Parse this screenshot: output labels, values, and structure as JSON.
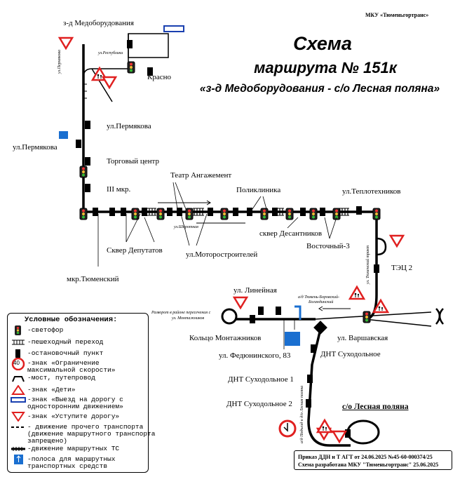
{
  "header": {
    "organization": "МКУ «Тюменьгортранс»",
    "title": "Схема",
    "route_line": "маршрута № 151к",
    "route_name": "«з-д Медоборудования - с/о Лесная поляна»"
  },
  "stops": {
    "zavod": "з-д Медоборудования",
    "krasno": "Красно",
    "permyakova_1": "ул.Пермякова",
    "permyakova_2": "ул.Пермякова",
    "torgovy": "Торговый центр",
    "iii_mkr": "III мкр.",
    "teatr": "Театр Ангажемент",
    "poliklinika": "Поликлиника",
    "teplotekhnikov": "ул.Теплотехников",
    "skver_deputatov": "Сквер Депутатов",
    "motorostroiteley": "ул.Моторостроителей",
    "skver_desantnikov": "сквер Десантников",
    "vostochny": "Восточный-3",
    "tyumensky": "мкр.Тюменский",
    "tets": "ТЭЦ 2",
    "lineynaya": "ул. Линейная",
    "kolco": "Кольцо Монтажников",
    "fedyuninskogo": "ул. Федюнинского, 83",
    "varshavskaya": "ул. Варшавская",
    "dnt_suhodolnoe": "ДНТ Суходольное",
    "dnt_1": "ДНТ Суходольное 1",
    "dnt_2": "ДНТ Суходольное 2",
    "lesnaya": "с/о Лесная поляна"
  },
  "streets": {
    "respublika": "ул.Республики",
    "permyakova_v": "ул.Пермякова",
    "shirotnaya": "ул.Широтная",
    "tyumensky_tr": "ул. Тюменский тракт",
    "montazhnikov_note_1": "Разворот в районе пересечения с",
    "montazhnikov_note_2": "ул. Монтажников",
    "borovsky_1": "а/д Тюмень-Боровский-",
    "borovsky_2": "Богандинский",
    "podezd": "а/д Подъезд к д/о Лесная поляна"
  },
  "legend": {
    "heading": "Условные обозначения:",
    "items": [
      {
        "icon": "traffic-light",
        "text": "-светофор"
      },
      {
        "icon": "crosswalk",
        "text": "-пешеходный переход"
      },
      {
        "icon": "stop",
        "text": "-остановочный пункт"
      },
      {
        "icon": "speed-limit",
        "text": "-знак «Ограничение\nмаксимальной скорости»"
      },
      {
        "icon": "bridge",
        "text": "-мост, путепровод"
      },
      {
        "icon": "children",
        "text": "-знак «Дети»"
      },
      {
        "icon": "one-way-exit",
        "text": "-знак «Выезд на дорогу с\nодносторонним движением»"
      },
      {
        "icon": "yield",
        "text": "-знак «Уступите дорогу»"
      },
      {
        "icon": "other-traffic",
        "text": "- движение прочего транспорта\n(движение маршрутного транспорта\nзапрещено)"
      },
      {
        "icon": "route-traffic",
        "text": "-движение маршрутных ТС"
      },
      {
        "icon": "bus-lane",
        "text": "-полоса для маршрутных\nтранспортных средств"
      }
    ],
    "speed_value": "40"
  },
  "order_note": {
    "line1": "Приказ ДДН и Т АГТ от 24.06.2025 №45-60-000374/25",
    "line2": "Схема разработана МКУ \"Тюменьгортранс\" 25.06.2025"
  },
  "colors": {
    "sign_red": "#e02020",
    "lane_blue": "#1a6fd0",
    "route": "#000000"
  }
}
